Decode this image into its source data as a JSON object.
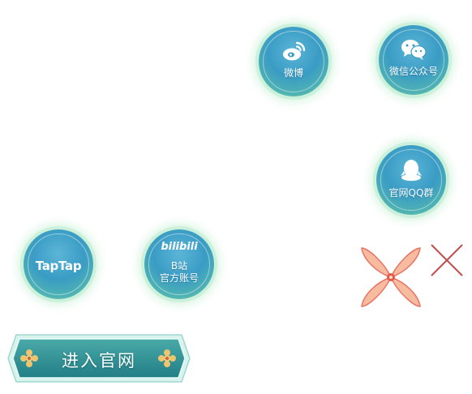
{
  "social": {
    "weibo_label": "微博",
    "wechat_label": "微信公众号",
    "qq_label": "官网QQ群",
    "taptap_label": "TapTap",
    "bili_logo": "bilibili",
    "bili_line1": "B站",
    "bili_line2": "官方账号"
  },
  "enter_button": {
    "label": "进入官网"
  },
  "colors": {
    "bubble": "#3a9cc4",
    "glow": "#bde9cf",
    "button": "#2f8f92",
    "close": "#c0504d"
  },
  "icons": [
    "weibo-icon",
    "wechat-icon",
    "qq-icon",
    "taptap-logo",
    "bilibili-logo",
    "flower-ornament-icon",
    "close-icon"
  ]
}
